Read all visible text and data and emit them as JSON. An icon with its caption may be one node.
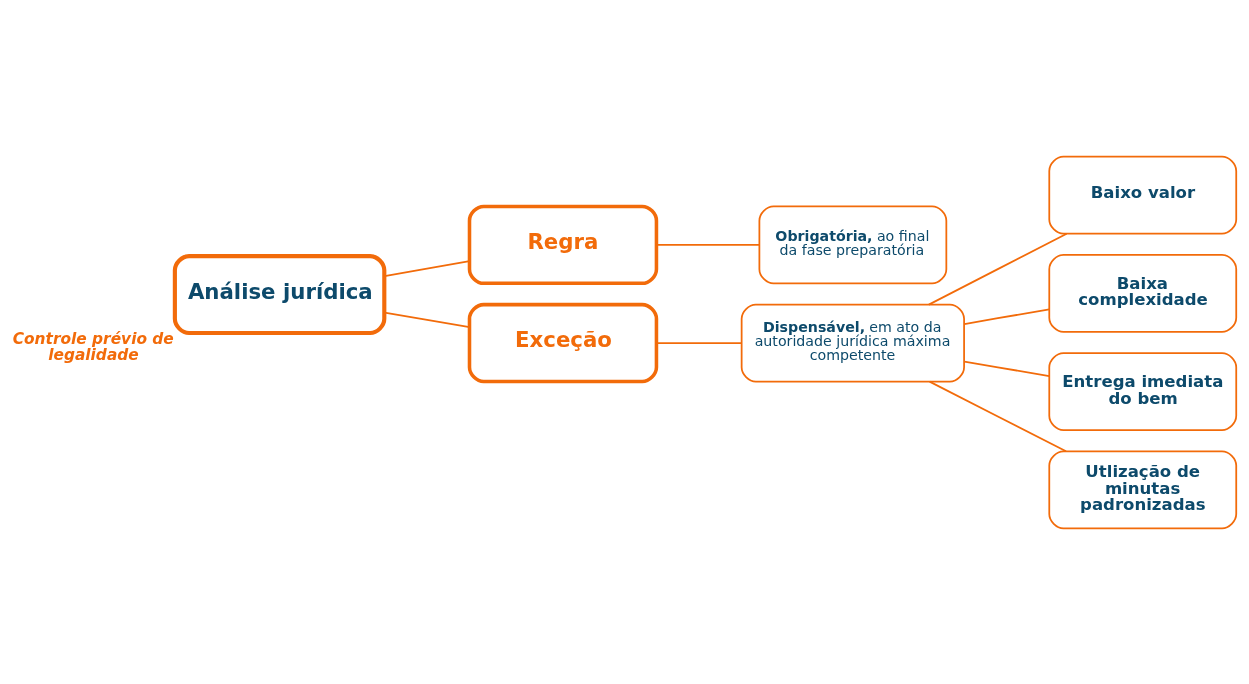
{
  "diagram": {
    "nodes": [
      {
        "text": [
          "Análise jurídica"
        ],
        "beside": [
          "Controle prévio de legalidade"
        ]
      },
      {
        "text": [
          "Regra"
        ]
      },
      {
        "text": [
          "**Obrigatória,** ao final da fase preparatória"
        ]
      },
      {
        "text": [
          "Exceção"
        ]
      },
      {
        "text": [
          "**Dispensável,** em ato da autoridade jurídica máxima competente"
        ]
      },
      {
        "text": [
          "Baixo valor"
        ]
      },
      {
        "text": [
          "Baixa complexidade"
        ]
      },
      {
        "text": [
          "Entrega imediata do bem"
        ]
      },
      {
        "text": [
          "Utlização de minutas padronizadas"
        ]
      }
    ],
    "edges": [
      {
        "from": 0,
        "to": 1,
        "arrow": "none"
      },
      {
        "from": 1,
        "to": 2,
        "arrow": "none"
      },
      {
        "from": 0,
        "to": 3,
        "arrow": "none"
      },
      {
        "from": 3,
        "to": 4,
        "arrow": "none"
      },
      {
        "from": 4,
        "to": 5,
        "arrow": "none"
      },
      {
        "from": 4,
        "to": 6,
        "arrow": "none"
      },
      {
        "from": 4,
        "to": 7,
        "arrow": "none"
      },
      {
        "from": 4,
        "to": 8,
        "arrow": "none"
      }
    ]
  }
}
